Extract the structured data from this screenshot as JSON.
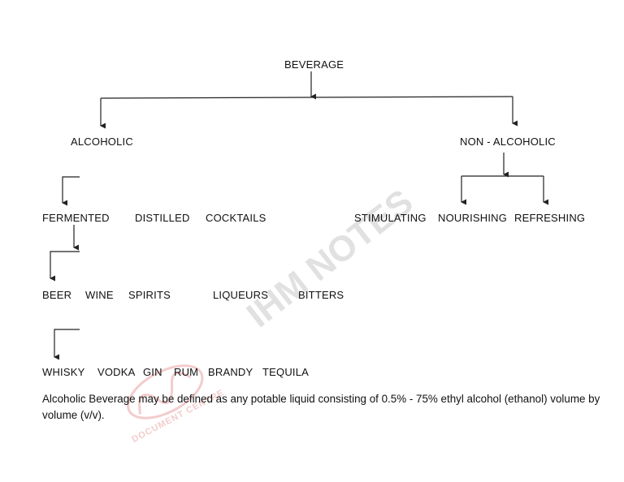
{
  "diagram": {
    "root": "BEVERAGE",
    "level1": {
      "alcoholic": "ALCOHOLIC",
      "non_alcoholic": "NON - ALCOHOLIC"
    },
    "alcoholic_types": {
      "fermented": "FERMENTED",
      "distilled": "DISTILLED",
      "cocktails": "COCKTAILS"
    },
    "non_alcoholic_types": {
      "stimulating": "STIMULATING",
      "nourishing": "NOURISHING",
      "refreshing": "REFRESHING"
    },
    "fermented_types": {
      "beer": "BEER",
      "wine": "WINE",
      "spirits": "SPIRITS",
      "liqueurs": "LIQUEURS",
      "bitters": "BITTERS"
    },
    "spirit_types": {
      "whisky": "WHISKY",
      "vodka": "VODKA",
      "gin": "GIN",
      "rum": "RUM",
      "brandy": "BRANDY",
      "tequila": "TEQUILA"
    }
  },
  "definition": "Alcoholic Beverage may be defined as any potable liquid consisting of 0.5% - 75% ethyl alcohol (ethanol) volume by volume (v/v).",
  "watermark": {
    "text": "IHM NOTES",
    "logo_subtext": "DOCUMENT CENTRE",
    "color": "#d8d8d8",
    "logo_color": "#f2c6c6"
  },
  "line_color": "#222222"
}
